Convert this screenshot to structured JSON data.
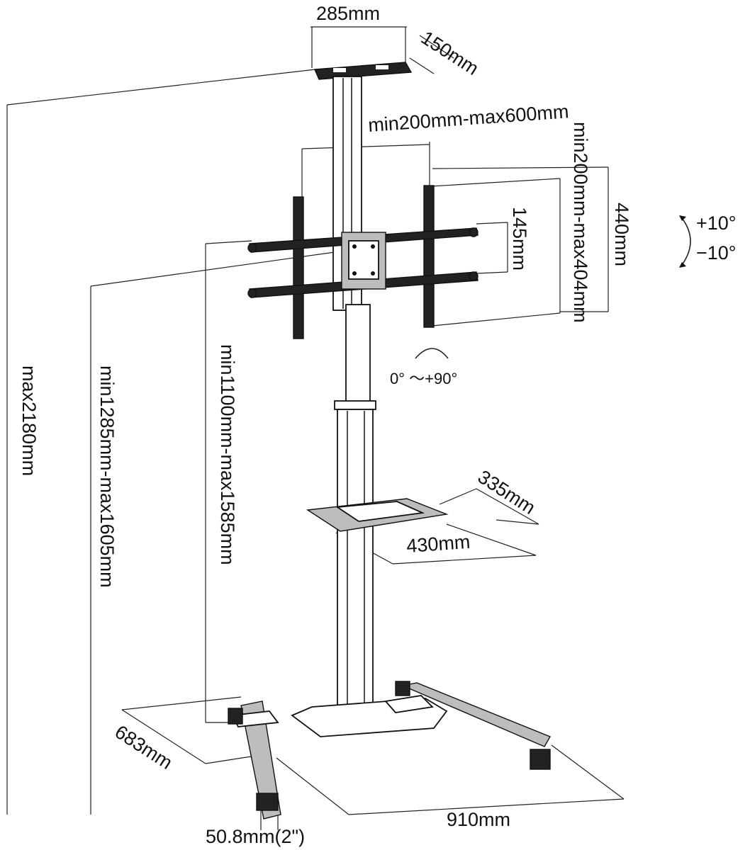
{
  "dimensions": {
    "top_tray_width": "285mm",
    "top_tray_depth": "150mm",
    "vesa_width": "min200mm-max600mm",
    "vesa_height": "min200mm-max404mm",
    "bracket_height": "440mm",
    "arm_spacing": "145mm",
    "tilt_up": "+10°",
    "tilt_down": "−10°",
    "rotation": "0° ～+90°",
    "max_height": "max2180mm",
    "top_tray_height": "min1285mm-max1605mm",
    "mount_center_height": "min1100mm-max1585mm",
    "shelf_depth": "335mm",
    "shelf_width": "430mm",
    "base_depth": "683mm",
    "base_width": "910mm",
    "pole_diameter": "50.8mm(2\")"
  }
}
